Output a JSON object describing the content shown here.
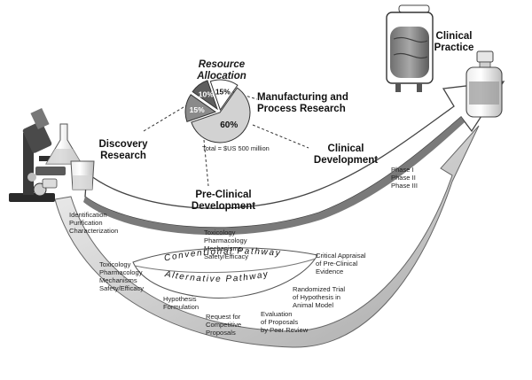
{
  "resource_allocation": {
    "title": [
      "Resource",
      "Allocation"
    ],
    "total": "Total = $US 500 million",
    "slices": [
      {
        "label": "60%",
        "value": 60,
        "color": "#d2d2d2"
      },
      {
        "label": "15%",
        "value": 15,
        "color": "#8a8a8a"
      },
      {
        "label": "10%",
        "value": 10,
        "color": "#5e5e5e"
      },
      {
        "label": "15%",
        "value": 15,
        "color": "#ffffff"
      }
    ]
  },
  "stages": {
    "discovery": [
      "Discovery",
      "Research"
    ],
    "preclinical": [
      "Pre-Clinical",
      "Development"
    ],
    "manufacturing": [
      "Manufacturing and",
      "Process Research"
    ],
    "clinical_development": [
      "Clinical",
      "Development"
    ],
    "clinical_practice": [
      "Clinical",
      "Practice"
    ]
  },
  "phases": [
    "Phase I",
    "Phase II",
    "Phase III"
  ],
  "discovery_tasks": [
    "Identification",
    "Purification",
    "Characterization"
  ],
  "conventional_tasks": [
    "Toxicology",
    "Pharmacology",
    "Mechanisms",
    "Safety/Efficacy"
  ],
  "alternative_tasks": [
    "Toxicology",
    "Pharmacology",
    "Mechanisms",
    "Safety/Efficacy"
  ],
  "pathways": {
    "conventional": "Conventional Pathway",
    "alternative": "Alternative Pathway"
  },
  "alternative_steps": {
    "hypothesis": [
      "Hypothesis",
      "Formulation"
    ],
    "request": [
      "Request for",
      "Competitive",
      "Proposals"
    ],
    "evaluation": [
      "Evaluation",
      "of Proposals",
      "by Peer Review"
    ],
    "randomized": [
      "Randomized Trial",
      "of Hypothesis in",
      "Animal Model"
    ],
    "critical": [
      "Critical Appraisal",
      "of Pre-Clinical",
      "Evidence"
    ]
  },
  "colors": {
    "arrow_fill": "#ffffff",
    "arrow_stroke": "#555555",
    "dark": "#1a1a1a"
  }
}
